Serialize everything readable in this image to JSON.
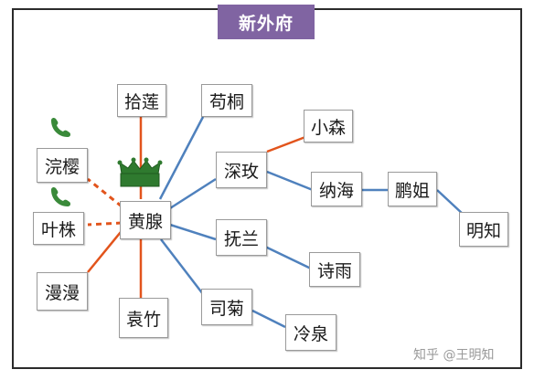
{
  "title": "新外府",
  "nodes": {
    "shilian": "拾莲",
    "goutong": "苟桐",
    "xiaosen": "小森",
    "shenjiu": "深玫",
    "nahai": "纳海",
    "pengjie": "鹏姐",
    "mingzhi": "明知",
    "huangbiao": "黄腺",
    "wanying": "浣樱",
    "yezhu": "叶株",
    "fulan": "抚兰",
    "shiyu": "诗雨",
    "manman": "漫漫",
    "yuanzhu": "袁竹",
    "siju": "司菊",
    "lengquan": "冷泉"
  },
  "watermark": "知乎 @王明知",
  "colors": {
    "title_bg": "#8064a2",
    "blue_line": "#4f81bd",
    "orange_line": "#e2541c",
    "crown": "#2f7a2f",
    "phone": "#3a8a3a"
  }
}
